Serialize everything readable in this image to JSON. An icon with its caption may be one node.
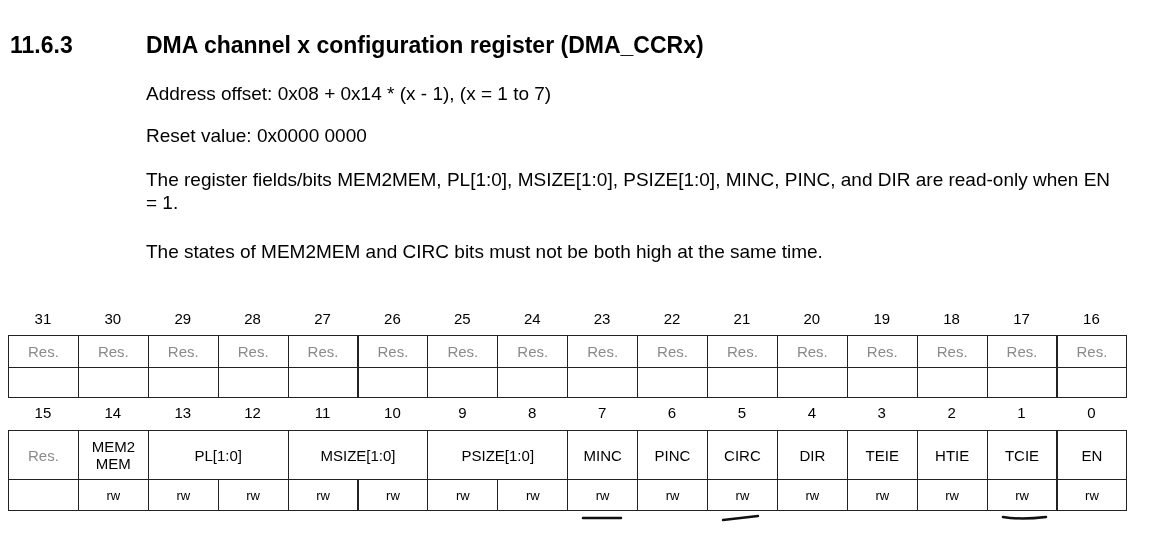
{
  "diagram": {
    "title": "DMA channel x configuration register (DMA_CCRx)",
    "labels": [
      "11.6.3",
      "Address offset: 0x08 + 0x14 * (x - 1), (x = 1 to 7)",
      "Reset value: 0x0000 0000",
      "The register fields/bits MEM2MEM, PL[1:0], MSIZE[1:0], PSIZE[1:0], MINC, PINC, and DIR are read-only when EN = 1.",
      "The states of MEM2MEM and CIRC bits must not be both high at the same time.",
      "31",
      "30",
      "29",
      "28",
      "27",
      "26",
      "25",
      "24",
      "23",
      "22",
      "21",
      "20",
      "19",
      "18",
      "17",
      "16",
      "Res.",
      "Res.",
      "Res.",
      "Res.",
      "Res.",
      "Res.",
      "Res.",
      "Res.",
      "Res.",
      "Res.",
      "Res.",
      "Res.",
      "Res.",
      "Res.",
      "Res.",
      "Res.",
      "15",
      "14",
      "13",
      "12",
      "11",
      "10",
      "9",
      "8",
      "7",
      "6",
      "5",
      "4",
      "3",
      "2",
      "1",
      "0",
      "Res.",
      "MEM2 MEM",
      "PL[1:0]",
      "MSIZE[1:0]",
      "PSIZE[1:0]",
      "MINC",
      "PINC",
      "CIRC",
      "DIR",
      "TEIE",
      "HTIE",
      "TCIE",
      "EN",
      "rw",
      "rw",
      "rw",
      "rw",
      "rw",
      "rw",
      "rw",
      "rw",
      "rw",
      "rw",
      "rw",
      "rw",
      "rw",
      "rw",
      "rw"
    ]
  }
}
